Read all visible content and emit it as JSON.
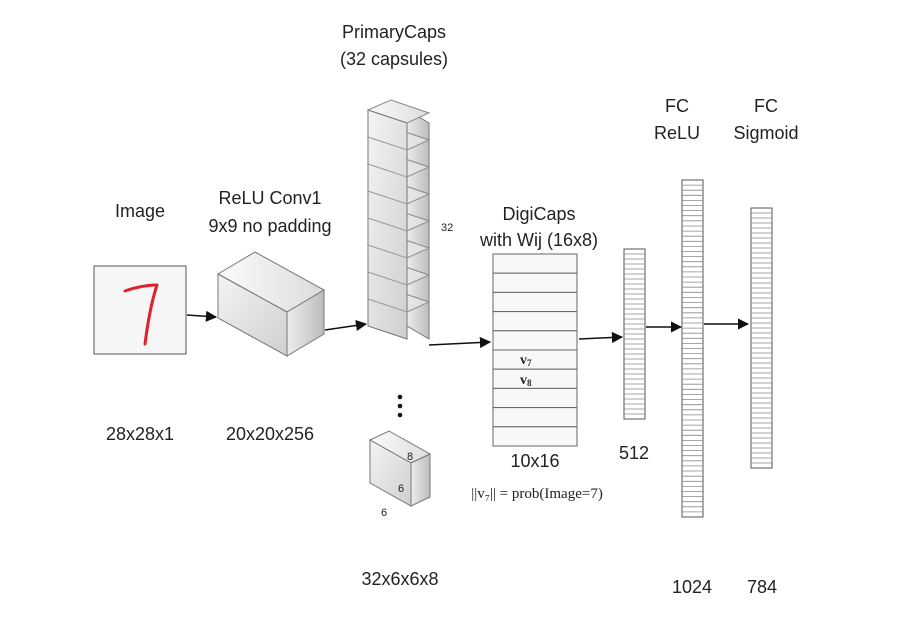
{
  "labels": {
    "image_title": "Image",
    "conv_title_1": "ReLU Conv1",
    "conv_title_2": "9x9 no padding",
    "primary_title_1": "PrimaryCaps",
    "primary_title_2": "(32 capsules)",
    "primary_count": "32",
    "digicaps_title_1": "DigiCaps",
    "digicaps_title_2": "with Wij (16x8)",
    "fc1_title_1": "FC",
    "fc1_title_2": "ReLU",
    "fc2_title_1": "FC",
    "fc2_title_2": "Sigmoid"
  },
  "dims": {
    "image": "28x28x1",
    "conv": "20x20x256",
    "primary": "32x6x6x8",
    "digicaps": "10x16",
    "fc0": "512",
    "fc1": "1024",
    "fc2": "784"
  },
  "capsule": {
    "depth": "8",
    "height": "6",
    "width": "6"
  },
  "digicaps": {
    "row_count": 10,
    "v7": {
      "main": "v",
      "sub": "7"
    },
    "v8": {
      "main": "v",
      "sub": "8"
    },
    "prob_text": "||v₇|| = prob(Image=7)"
  },
  "input_image": {
    "digit": "7",
    "stroke_color": "#e0202a"
  },
  "colors": {
    "box_fill": "#f6f6f6",
    "stroke": "#444444",
    "arrow": "#111111"
  }
}
